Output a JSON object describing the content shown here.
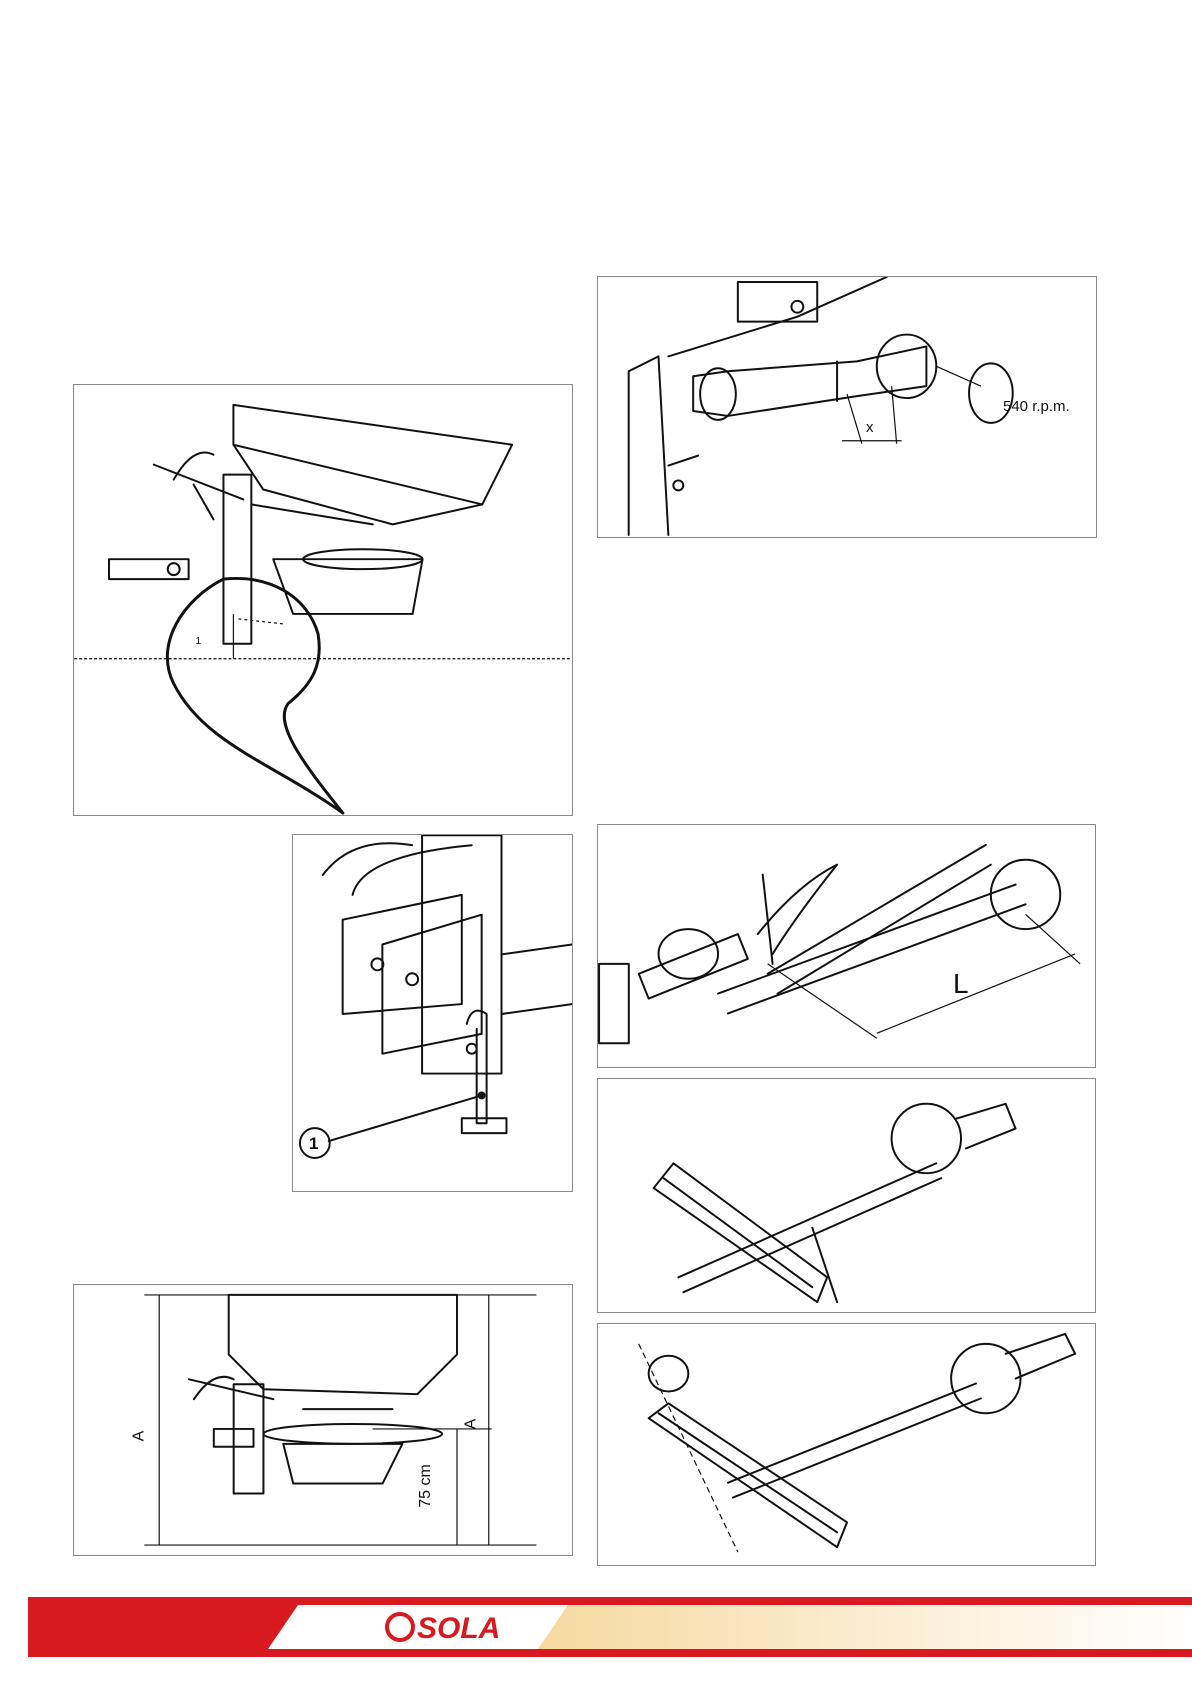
{
  "figures": {
    "fig_hitch_stand": {
      "callout": "1"
    },
    "fig_pto_speed": {
      "rpm_label": "540 r.p.m.",
      "dimension_label": "x"
    },
    "fig_pto_length": {
      "dimension_label": "L"
    },
    "fig_height": {
      "left_dim": "A",
      "right_dim": "A",
      "ground_height": "75 cm"
    },
    "fig_plow_detail": {
      "callout": "1"
    }
  },
  "footer": {
    "brand": "SOLA",
    "colors": {
      "red": "#d91920",
      "cream": "#f6d9a0",
      "white": "#ffffff"
    }
  }
}
